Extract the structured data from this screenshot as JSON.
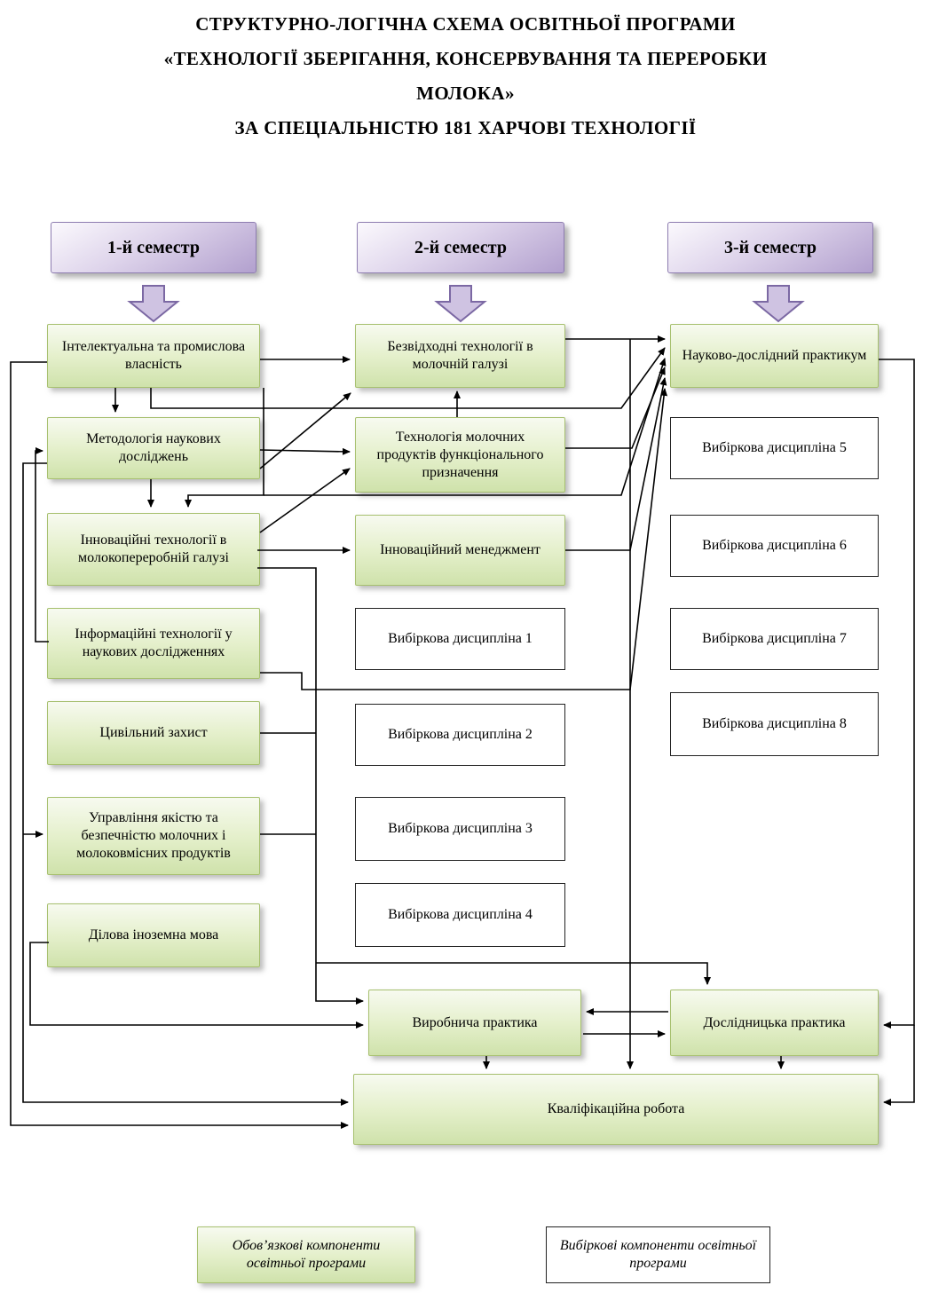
{
  "title": {
    "line1": "СТРУКТУРНО-ЛОГІЧНА СХЕМА ОСВІТНЬОЇ ПРОГРАМИ",
    "line2": "«ТЕХНОЛОГІЇ ЗБЕРІГАННЯ, КОНСЕРВУВАННЯ ТА ПЕРЕРОБКИ",
    "line3": "МОЛОКА»",
    "line4": "ЗА СПЕЦІАЛЬНІСТЮ 181 ХАРЧОВІ ТЕХНОЛОГІЇ"
  },
  "columns": [
    {
      "semester": "1-й семестр",
      "boxes": [
        {
          "label": "Інтелектуальна та промислова власність",
          "type": "mandatory"
        },
        {
          "label": "Методологія наукових досліджень",
          "type": "mandatory"
        },
        {
          "label": "Інноваційні технології в молокопереробній галузі",
          "type": "mandatory"
        },
        {
          "label": "Інформаційні технології у наукових дослідженнях",
          "type": "mandatory"
        },
        {
          "label": "Цивільний захист",
          "type": "mandatory"
        },
        {
          "label": "Управління якістю та безпечністю молочних і молоковмісних продуктів",
          "type": "mandatory"
        },
        {
          "label": "Ділова іноземна мова",
          "type": "mandatory"
        }
      ]
    },
    {
      "semester": "2-й семестр",
      "boxes": [
        {
          "label": "Безвідходні технології в молочній галузі",
          "type": "mandatory"
        },
        {
          "label": "Технологія молочних продуктів функціонального призначення",
          "type": "mandatory"
        },
        {
          "label": "Інноваційний менеджмент",
          "type": "mandatory"
        },
        {
          "label": "Вибіркова дисципліна 1",
          "type": "elective"
        },
        {
          "label": "Вибіркова дисципліна 2",
          "type": "elective"
        },
        {
          "label": "Вибіркова дисципліна 3",
          "type": "elective"
        },
        {
          "label": "Вибіркова дисципліна 4",
          "type": "elective"
        }
      ]
    },
    {
      "semester": "3-й семестр",
      "boxes": [
        {
          "label": "Науково-дослідний практикум",
          "type": "mandatory"
        },
        {
          "label": "Вибіркова дисципліна 5",
          "type": "elective"
        },
        {
          "label": "Вибіркова дисципліна 6",
          "type": "elective"
        },
        {
          "label": "Вибіркова дисципліна 7",
          "type": "elective"
        },
        {
          "label": "Вибіркова дисципліна 8",
          "type": "elective"
        }
      ]
    }
  ],
  "bottom": {
    "production_practice": "Виробнича практика",
    "research_practice": "Дослідницька практика",
    "qualification_work": "Кваліфікаційна робота"
  },
  "legend": {
    "mandatory": "Обов’язкові компоненти освітньої програми",
    "elective": "Вибіркові компоненти освітньої програми"
  },
  "colors": {
    "mandatory_fill_top": "#f7faf0",
    "mandatory_fill_bottom": "#cfe2ab",
    "mandatory_border": "#a7c06f",
    "elective_border": "#222222",
    "semester_fill": "#b2a0ce",
    "semester_border": "#8d7cb0",
    "block_arrow_fill": "#cfc3e2",
    "block_arrow_stroke": "#7b68a3",
    "connector": "#000000"
  }
}
